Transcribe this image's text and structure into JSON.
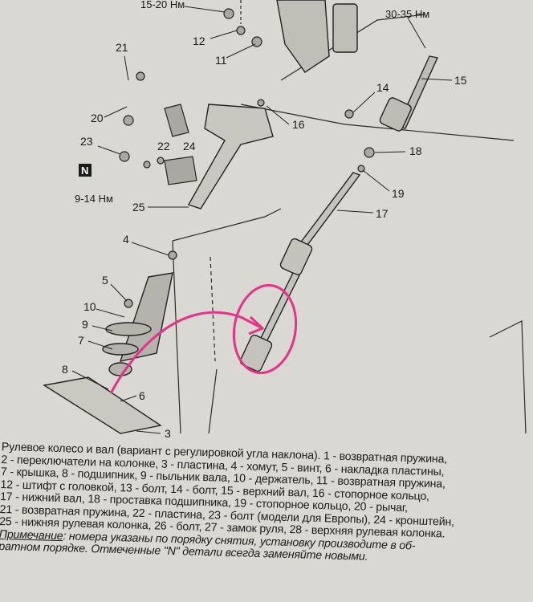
{
  "diagram": {
    "torque_labels": [
      "15-20 Нм",
      "30-35 Нм",
      "9-14 Нм"
    ],
    "part_numbers": [
      "12",
      "11",
      "21",
      "20",
      "14",
      "15",
      "16",
      "22",
      "24",
      "23",
      "18",
      "19",
      "17",
      "25",
      "4",
      "5",
      "10",
      "9",
      "7",
      "8",
      "6",
      "3"
    ],
    "new_part_marker": "N",
    "annotation_color": "#e8328a"
  },
  "caption": {
    "lines": [
      "Рулевое колесо и вал (вариант с регулировкой угла наклона). 1 - возвратная пружина,",
      "2 - переключатели на колонке, 3 - пластина, 4 - хомут, 5 - винт, 6 - накладка пластины,",
      "7 - крышка, 8 - подшипник, 9 - пыльник вала, 10 - держатель, 11 - возвратная пружина,",
      "12 - штифт с головкой, 13 - болт, 14 - болт, 15 - верхний вал, 16 - стопорное кольцо,",
      "17 - нижний вал, 18 - проставка подшипника, 19 - стопорное кольцо, 20 - рычаг,",
      "21 - возвратная пружина, 22 - пластина, 23 - болт (модели для Европы), 24 - кронштейн,",
      "25 - нижняя рулевая колонка, 26 - болт, 27 - замок руля, 28 - верхняя рулевая колонка."
    ],
    "note_label": "Примечание",
    "note_text": ": номера указаны по порядку снятия, установку производите в об-",
    "note_cont": "ратном порядке. Отмеченные \"N\" детали всегда заменяйте новыми."
  }
}
